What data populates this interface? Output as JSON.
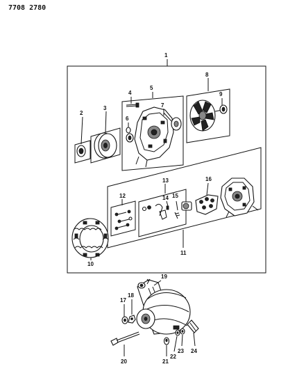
{
  "header": {
    "doc_number": "7708 2780"
  },
  "callouts": {
    "c1": "1",
    "c2": "2",
    "c3": "3",
    "c4": "4",
    "c5": "5",
    "c6": "6",
    "c7": "7",
    "c8": "8",
    "c9": "9",
    "c10": "10",
    "c11": "11",
    "c12": "12",
    "c13": "13",
    "c14": "14",
    "c15": "15",
    "c16": "16",
    "c17": "17",
    "c18": "18",
    "c19": "19",
    "c20": "20",
    "c21": "21",
    "c22": "22",
    "c23": "23",
    "c24": "24"
  },
  "icons": {
    "pulley_nut": "pulley-nut-icon",
    "pulley": "pulley-icon",
    "front_bracket": "front-bracket-icon",
    "rear_bracket": "rear-bracket-icon",
    "stator": "stator-icon",
    "rectifier": "rectifier-icon",
    "brush_holder": "brush-holder-icon",
    "alternator": "alternator-assembly-icon"
  }
}
